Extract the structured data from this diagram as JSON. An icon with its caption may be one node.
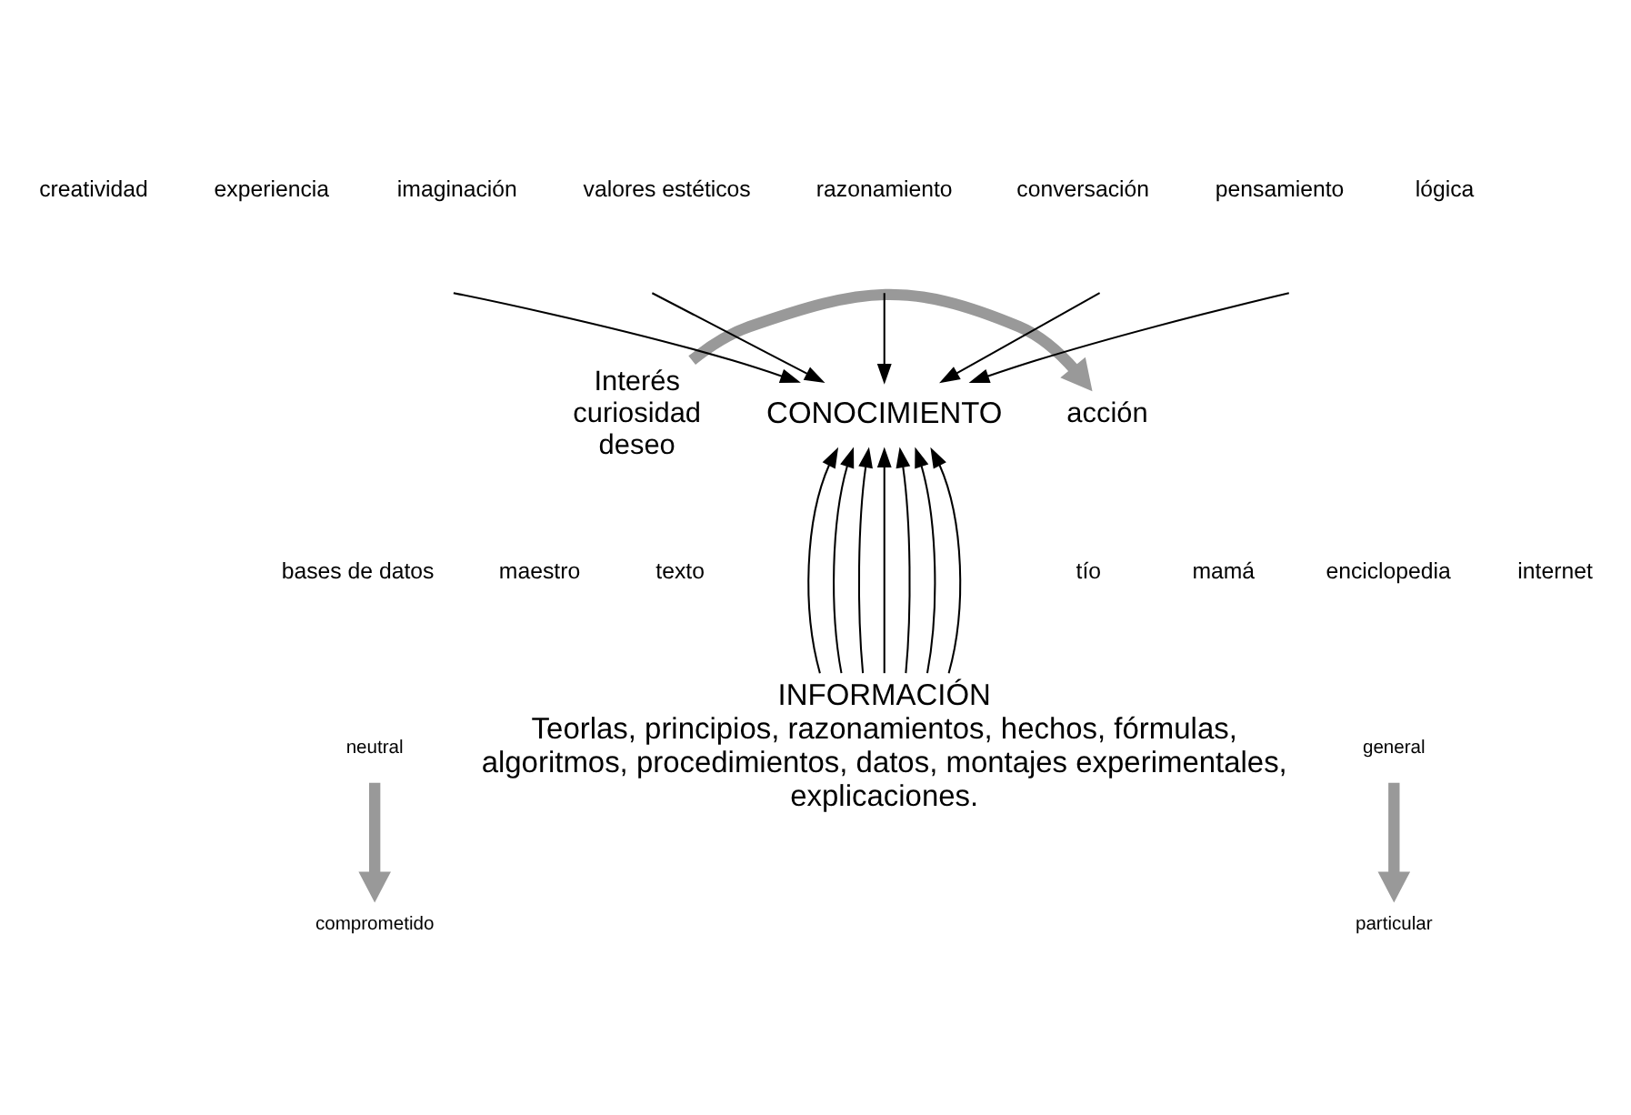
{
  "diagram": {
    "nodes": [
      {
        "text": [
          "Interés curiosidad deseo"
        ]
      },
      {
        "text": [
          "CONOCIMIENTO"
        ]
      },
      {
        "text": [
          "acción"
        ]
      },
      {
        "text": [
          "comprometido"
        ]
      },
      {
        "text": [
          "particular"
        ]
      },
      {
        "text": [
          "neutral"
        ]
      },
      {
        "text": [
          "INFORMACIÓN",
          "Teorlas, principios, razonamientos, hechos, fórmulas, algoritmos, procedimientos, datos, montajes experimentales, explicaciones."
        ]
      },
      {
        "text": [
          "general"
        ]
      }
    ],
    "edges": [
      {
        "from": null,
        "to": 1,
        "arrow": "to"
      },
      {
        "from": null,
        "to": 1,
        "arrow": "to"
      },
      {
        "from": null,
        "to": 1,
        "arrow": "to"
      },
      {
        "from": null,
        "to": 1,
        "arrow": "to"
      },
      {
        "from": null,
        "to": 1,
        "arrow": "to"
      },
      {
        "from": 0,
        "to": 2,
        "arrow": "to",
        "style": "thick",
        "color": "#999999"
      },
      {
        "from": 5,
        "to": 3,
        "arrow": "to",
        "style": "thick",
        "color": "#999999"
      },
      {
        "from": 6,
        "to": 1,
        "arrow": "to"
      },
      {
        "from": 6,
        "to": 1,
        "arrow": "to"
      },
      {
        "from": 6,
        "to": 1,
        "arrow": "to"
      },
      {
        "from": 6,
        "to": 1,
        "arrow": "to"
      },
      {
        "from": 6,
        "to": 1,
        "arrow": "to"
      },
      {
        "from": 6,
        "to": 1,
        "arrow": "to"
      },
      {
        "from": 6,
        "to": 1,
        "arrow": "to"
      },
      {
        "from": 7,
        "to": 4,
        "arrow": "to",
        "style": "thick",
        "color": "#999999"
      }
    ],
    "labels": [
      "creatividad",
      "experiencia",
      "imaginación",
      "valores estéticos",
      "razonamiento",
      "conversación",
      "pensamiento",
      "lógica",
      "bases de datos",
      "maestro",
      "texto",
      "tío",
      "mamá",
      "enciclopedia",
      "internet"
    ]
  }
}
